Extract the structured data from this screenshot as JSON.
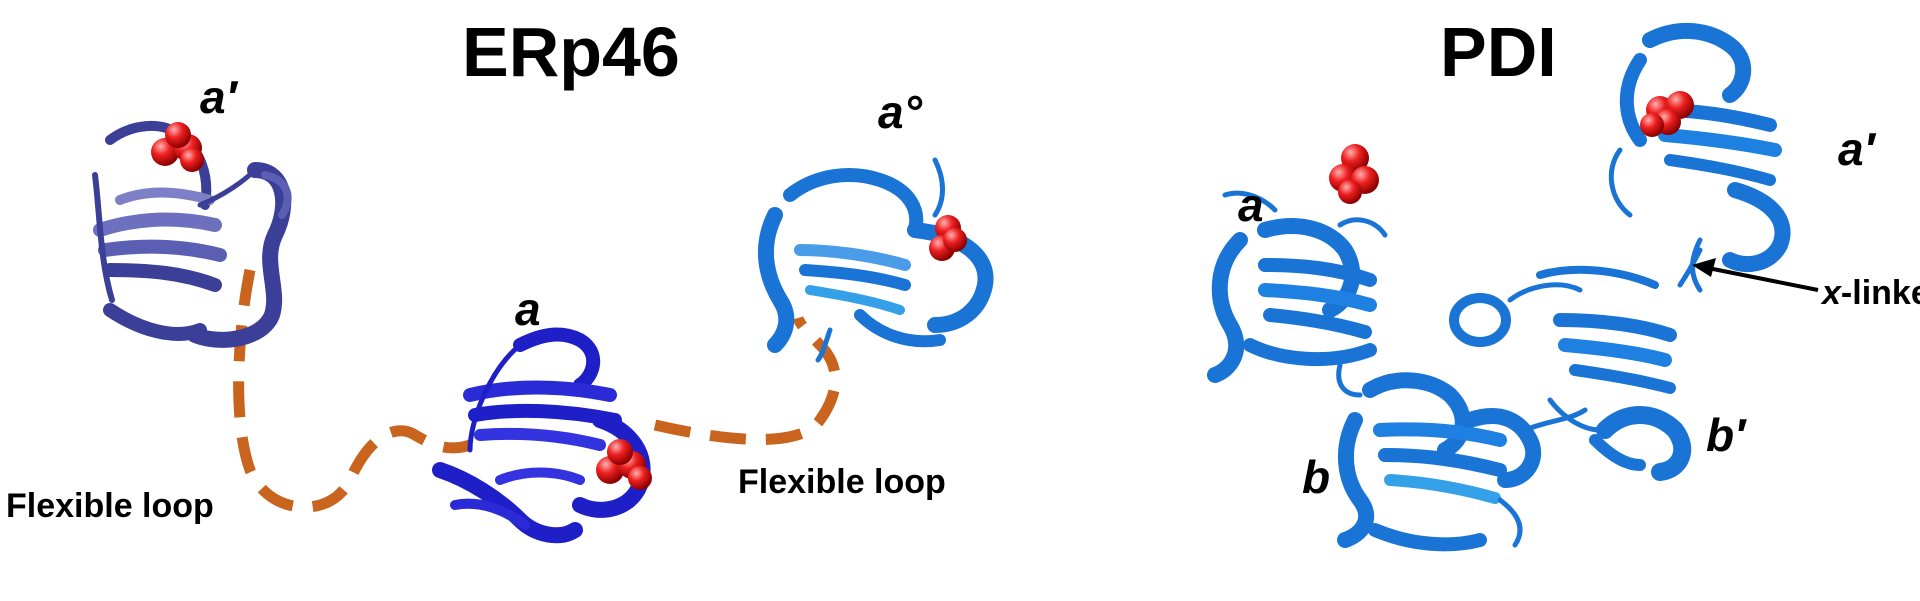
{
  "titles": {
    "left": "ERp46",
    "right": "PDI"
  },
  "erp46_domains": {
    "a_prime": "a′",
    "a": "a",
    "a_zero": "a°"
  },
  "pdi_domains": {
    "a": "a",
    "a_prime": "a′",
    "b": "b",
    "b_prime": "b′"
  },
  "annotations": {
    "flexible_loop_left": "Flexible loop",
    "flexible_loop_right": "Flexible loop",
    "x_linker_italic": "x",
    "x_linker_rest": "-linker"
  },
  "colors": {
    "erp46_a_prime": "#3b3f97",
    "erp46_a": "#1f1fc8",
    "erp46_a_zero": "#1a74d6",
    "pdi": "#1a74d6",
    "active_site": "#e01010",
    "loop": "#c8641e"
  }
}
